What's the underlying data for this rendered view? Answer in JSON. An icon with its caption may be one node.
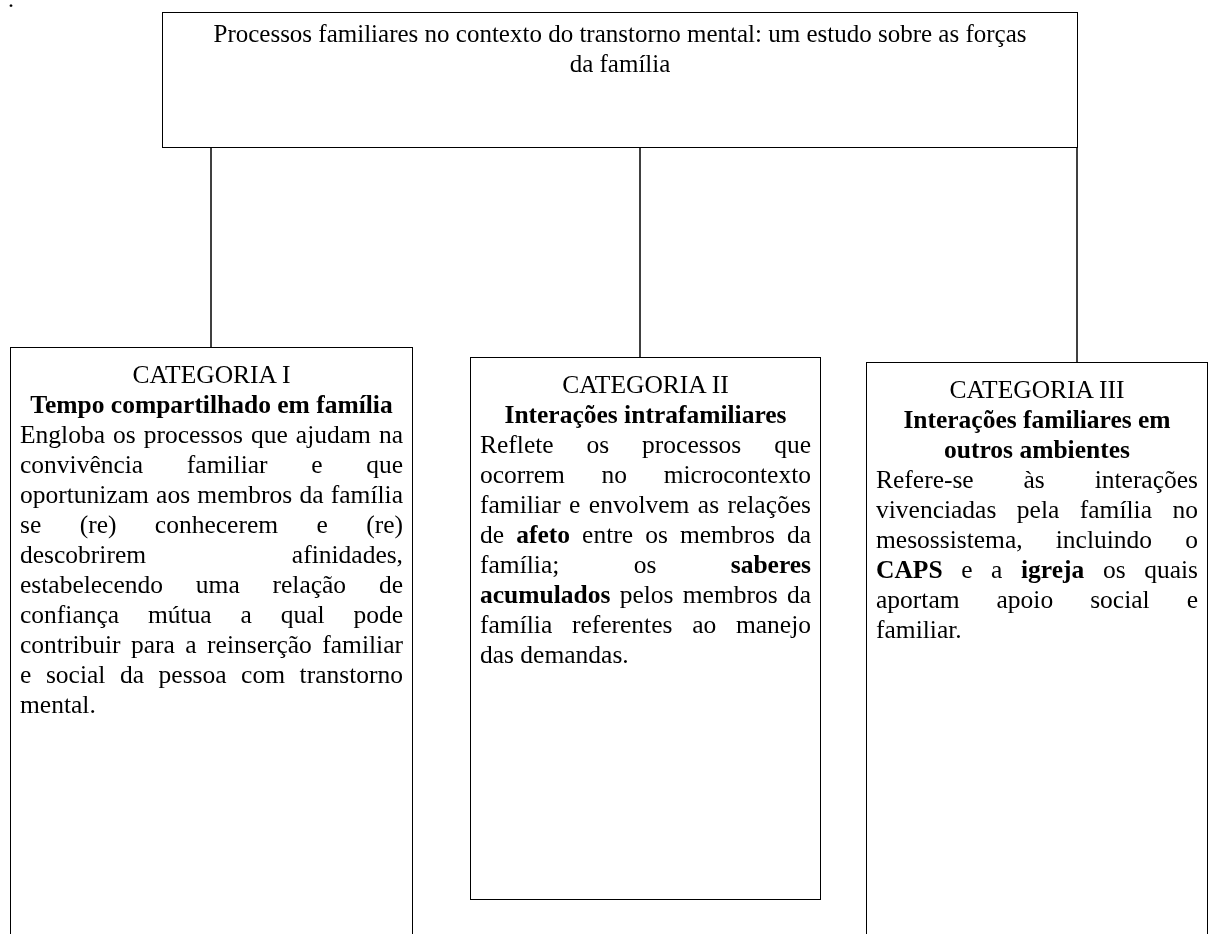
{
  "diagram": {
    "nodes": [
      {
        "text": [
          "Processos familiares no contexto do transtorno mental: um estudo sobre as forças da família"
        ]
      },
      {
        "text": [
          "CATEGORIA I",
          "Tempo compartilhado em família",
          "Engloba os processos que ajudam na convivência familiar e que oportunizam aos membros da família se (re) conhecerem e (re) descobrirem afinidades, estabelecendo uma relação de confiança mútua a qual pode contribuir para a reinserção familiar e social da pessoa com transtorno mental."
        ]
      },
      {
        "text": [
          "CATEGORIA II",
          "Interações intrafamiliares",
          "Reflete os processos que ocorrem no microcontexto familiar e envolvem as relações de **afeto** entre os membros da família; os **saberes acumulados** pelos membros da família referentes ao manejo das demandas."
        ]
      },
      {
        "text": [
          "CATEGORIA III",
          "Interações familiares em outros ambientes",
          "Refere-se às interações vivenciadas pela família no mesossistema, incluindo o **CAPS** e a **igreja** os quais aportam apoio social e familiar."
        ]
      }
    ],
    "edges": [
      {
        "from": 0,
        "to": 1,
        "arrow": "none"
      },
      {
        "from": 0,
        "to": 2,
        "arrow": "none"
      },
      {
        "from": 0,
        "to": 3,
        "arrow": "none"
      }
    ],
    "labels": [
      "."
    ]
  }
}
